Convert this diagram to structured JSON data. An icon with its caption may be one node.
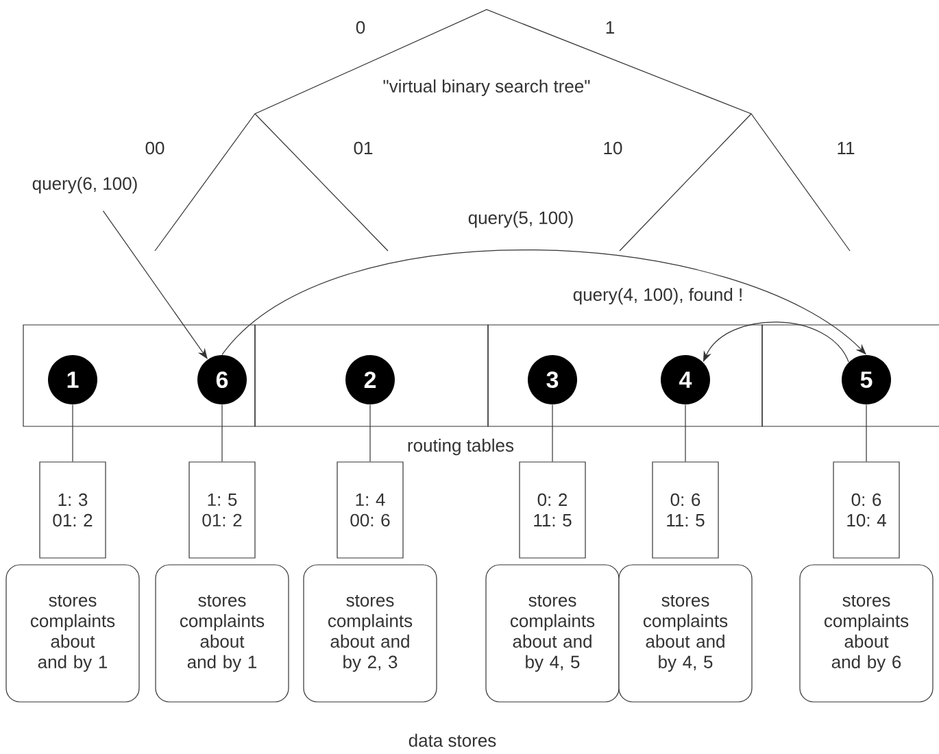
{
  "diagram": {
    "nodes": [
      {
        "text": [
          "query(6, 100)"
        ]
      },
      {
        "text": [],
        "shape": "box"
      },
      {
        "text": [],
        "shape": "box"
      },
      {
        "text": [],
        "shape": "box"
      },
      {
        "text": [],
        "shape": "box"
      },
      {
        "text": [
          "1"
        ],
        "in": 1
      },
      {
        "text": [
          "6"
        ],
        "in": 1
      },
      {
        "text": [
          "2"
        ],
        "in": 2
      },
      {
        "text": [
          "3"
        ],
        "in": 3
      },
      {
        "text": [
          "4"
        ],
        "in": 3
      },
      {
        "text": [
          "5"
        ],
        "in": 4
      },
      {
        "text": [
          "1: 3 01: 2"
        ]
      },
      {
        "text": [
          "1: 5 01: 2"
        ]
      },
      {
        "text": [
          "1: 4 00: 6"
        ]
      },
      {
        "text": [
          "0: 2 11: 5"
        ]
      },
      {
        "text": [
          "0: 6 11: 5"
        ]
      },
      {
        "text": [
          "0: 6 10: 4"
        ]
      },
      {
        "text": [
          "stores complaints about and by 1"
        ]
      },
      {
        "text": [
          "stores complaints about and by 1"
        ]
      },
      {
        "text": [
          "stores complaints about and by 2, 3"
        ]
      },
      {
        "text": [
          "stores complaints about and by 4, 5"
        ]
      },
      {
        "text": [
          "stores complaints about and by 4, 5"
        ]
      },
      {
        "text": [
          "stores complaints about and by 6"
        ]
      }
    ],
    "edges": [
      {
        "from": 0,
        "to": 6,
        "arrow": "to"
      },
      {
        "from": 6,
        "to": 10,
        "arrow": "to",
        "label": "query(5, 100)"
      },
      {
        "from": 10,
        "to": 9,
        "arrow": "to",
        "label": "query(4, 100), found !"
      },
      {
        "from": 5,
        "to": 11,
        "arrow": "none"
      },
      {
        "from": 6,
        "to": 12,
        "arrow": "none"
      },
      {
        "from": 7,
        "to": 13,
        "arrow": "none"
      },
      {
        "from": 8,
        "to": 14,
        "arrow": "none"
      },
      {
        "from": 9,
        "to": 15,
        "arrow": "none"
      },
      {
        "from": 10,
        "to": 16,
        "arrow": "none"
      }
    ],
    "labels": [
      "0",
      "1",
      "\"virtual binary search tree\"",
      "00",
      "01",
      "10",
      "11",
      "routing tables",
      "data stores"
    ]
  }
}
